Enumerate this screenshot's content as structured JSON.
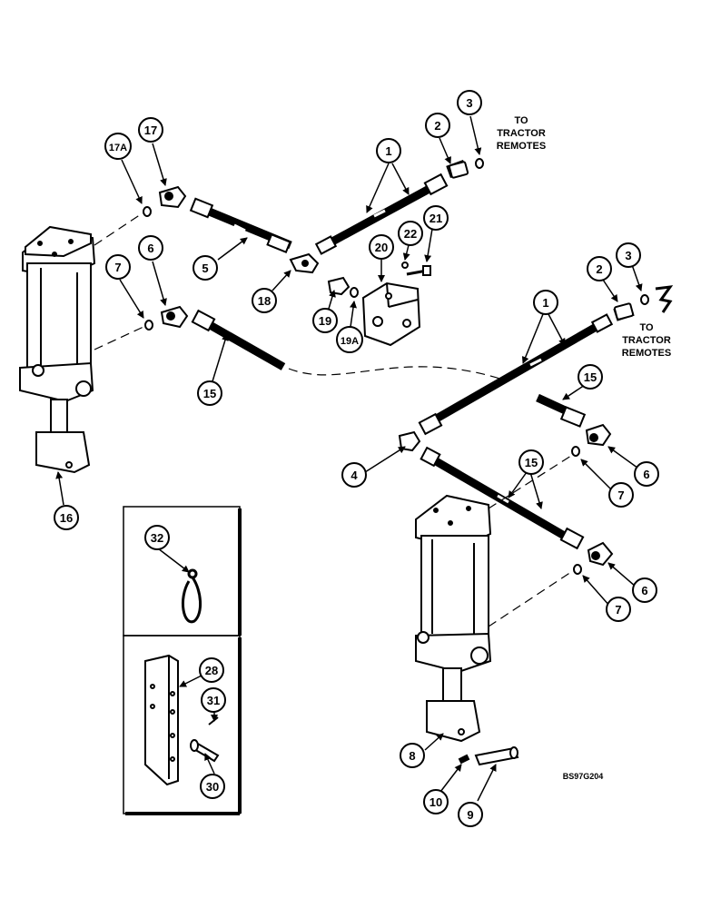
{
  "notes": {
    "top": [
      "TO",
      "TRACTOR",
      "REMOTES"
    ],
    "right": [
      "TO",
      "TRACTOR",
      "REMOTES"
    ]
  },
  "figure_code": "BS97G204",
  "callouts": {
    "c1_top": "1",
    "c2_top": "2",
    "c3_top": "3",
    "c17A": "17A",
    "c17": "17",
    "c6_left": "6",
    "c7_left": "7",
    "c5": "5",
    "c18": "18",
    "c19": "19",
    "c19A": "19A",
    "c20": "20",
    "c22": "22",
    "c21": "21",
    "c15_left": "15",
    "c16": "16",
    "c1_right": "1",
    "c2_right": "2",
    "c3_right": "3",
    "c15_right_top": "15",
    "c4": "4",
    "c15_mid": "15",
    "c6_mid": "6",
    "c7_mid": "7",
    "c6_low": "6",
    "c7_low": "7",
    "c8": "8",
    "c10": "10",
    "c9": "9",
    "c32": "32",
    "c28": "28",
    "c31": "31",
    "c30": "30"
  }
}
